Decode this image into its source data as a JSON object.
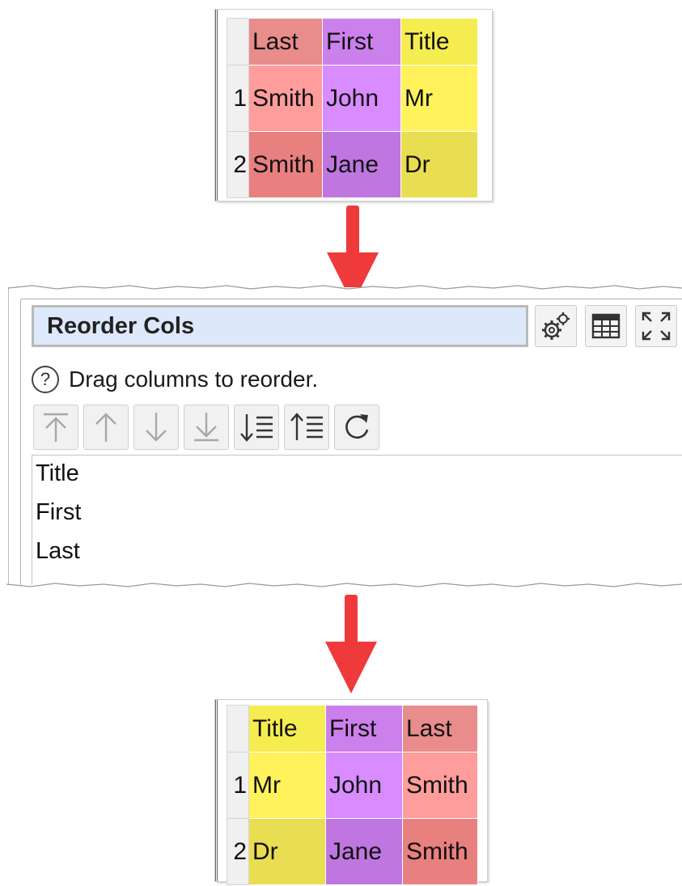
{
  "input_table": {
    "headers": [
      {
        "label": "Last",
        "color": "#e88c8c"
      },
      {
        "label": "First",
        "color": "#cc80ec"
      },
      {
        "label": "Title",
        "color": "#f5ec50"
      }
    ],
    "rows": [
      {
        "num": "1",
        "cells": [
          "Smith",
          "John",
          "Mr"
        ],
        "colors": [
          "#ff9c9c",
          "#d98cff",
          "#fff25c"
        ]
      },
      {
        "num": "2",
        "cells": [
          "Smith",
          "Jane",
          "Dr"
        ],
        "colors": [
          "#e8807f",
          "#bf76e0",
          "#e9dd52"
        ]
      }
    ]
  },
  "transform": {
    "title": "Reorder Cols",
    "options_icon": "gears-icon",
    "table_icon": "table-icon",
    "maximize_icon": "expand-icon",
    "help_text": "Drag columns to reorder.",
    "nav_buttons": [
      {
        "name": "move-to-top-button",
        "icon": "move-top-icon"
      },
      {
        "name": "move-up-button",
        "icon": "arrow-up-icon"
      },
      {
        "name": "move-down-button",
        "icon": "arrow-down-icon"
      },
      {
        "name": "move-to-bottom-button",
        "icon": "move-bottom-icon"
      },
      {
        "name": "sort-descending-button",
        "icon": "sort-desc-icon"
      },
      {
        "name": "sort-ascending-button",
        "icon": "sort-asc-icon"
      },
      {
        "name": "reset-button",
        "icon": "refresh-icon"
      }
    ],
    "columns": [
      "Title",
      "First",
      "Last"
    ]
  },
  "output_table": {
    "headers": [
      {
        "label": "Title",
        "color": "#f5ec50"
      },
      {
        "label": "First",
        "color": "#cc80ec"
      },
      {
        "label": "Last",
        "color": "#e88c8c"
      }
    ],
    "rows": [
      {
        "num": "1",
        "cells": [
          "Mr",
          "John",
          "Smith"
        ],
        "colors": [
          "#fff25c",
          "#d98cff",
          "#ff9c9c"
        ]
      },
      {
        "num": "2",
        "cells": [
          "Dr",
          "Jane",
          "Smith"
        ],
        "colors": [
          "#e9dd52",
          "#bf76e0",
          "#e8807f"
        ]
      }
    ]
  },
  "colors": {
    "arrow": "#ee3a3a",
    "title_field_bg": "#dde9fb"
  }
}
